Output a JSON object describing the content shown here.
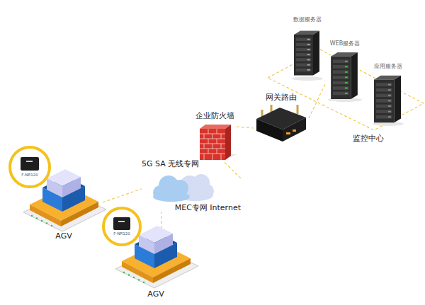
{
  "diagram": {
    "nodes": [
      {
        "text": [
          "数据服务器"
        ]
      },
      {
        "text": [
          "WEB服务器"
        ]
      },
      {
        "text": [
          "应用服务器"
        ]
      },
      {
        "text": [
          "网关路由"
        ]
      },
      {
        "text": [
          "企业防火墙"
        ]
      },
      {
        "text": [
          "5G SA 无线专网",
          "MEC专网 Internet"
        ]
      },
      {
        "text": [
          "AGV"
        ]
      },
      {
        "text": [
          "AGV"
        ]
      }
    ],
    "edges": [
      {
        "from": 6,
        "to": 5,
        "arrow": "none"
      },
      {
        "from": 7,
        "to": 5,
        "arrow": "none"
      },
      {
        "from": 5,
        "to": 4,
        "arrow": "none"
      },
      {
        "from": 4,
        "to": 3,
        "arrow": "none"
      },
      {
        "from": 3,
        "to": 1,
        "arrow": "none"
      }
    ],
    "labels": [
      "监控中心",
      "F-NR120",
      "F-NR120"
    ]
  }
}
